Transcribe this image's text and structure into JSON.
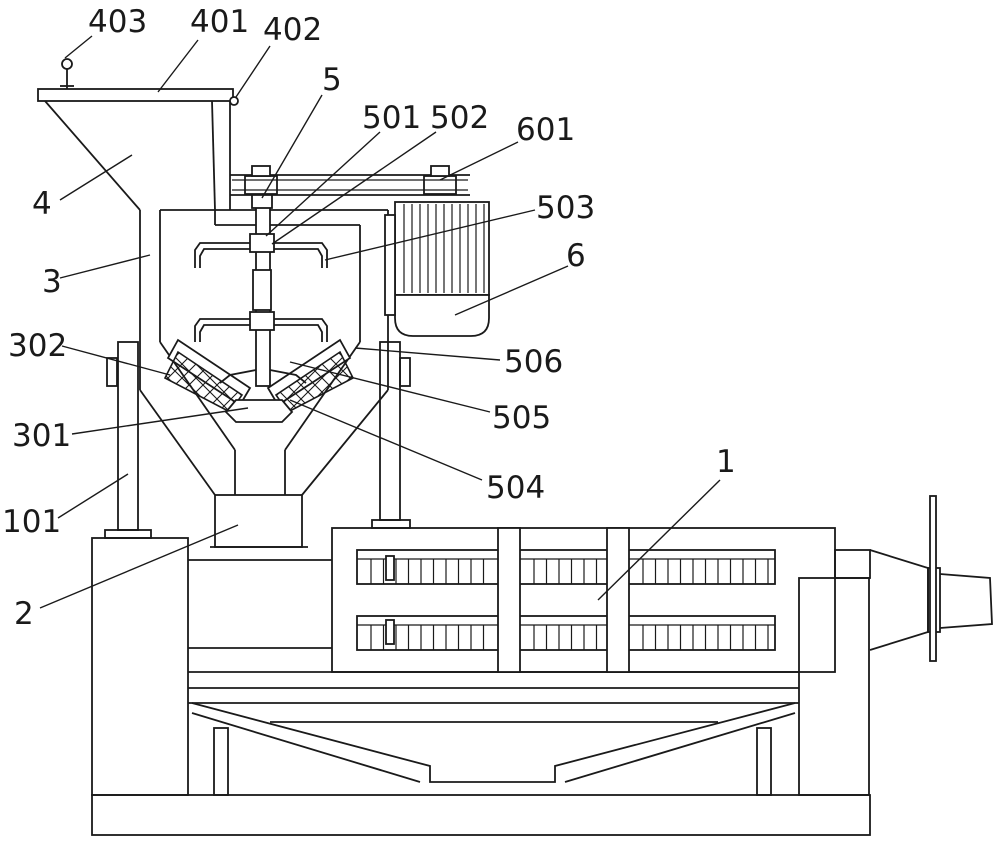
{
  "labels": {
    "l403": "403",
    "l401": "401",
    "l402": "402",
    "l5": "5",
    "l501": "501",
    "l502": "502",
    "l601": "601",
    "l503": "503",
    "l6": "6",
    "l4": "4",
    "l3": "3",
    "l302": "302",
    "l506": "506",
    "l505": "505",
    "l301": "301",
    "l504": "504",
    "l1": "1",
    "l101": "101",
    "l2": "2"
  }
}
